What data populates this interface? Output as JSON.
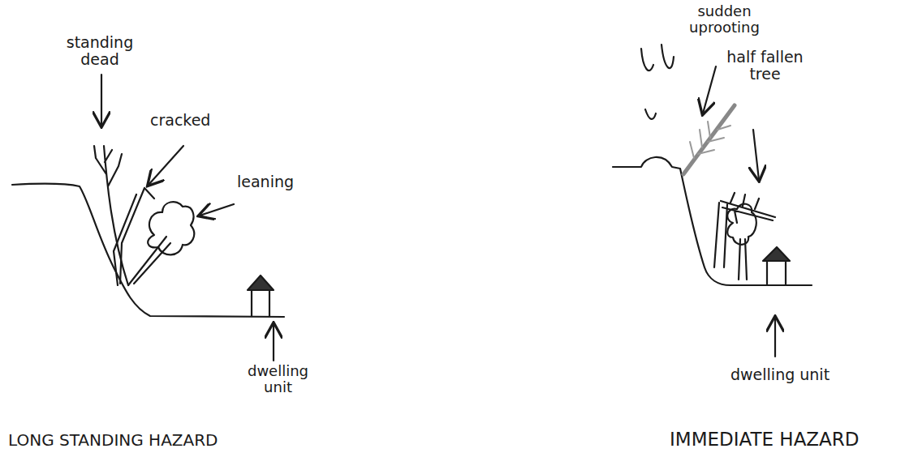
{
  "diagram": {
    "labels": [
      "standing dead",
      "cracked",
      "leaning",
      "dwelling unit",
      "LONG STANDING HAZARD",
      "sudden uprooting",
      "half fallen tree",
      "dwelling unit",
      "IMMEDIATE HAZARD"
    ]
  }
}
